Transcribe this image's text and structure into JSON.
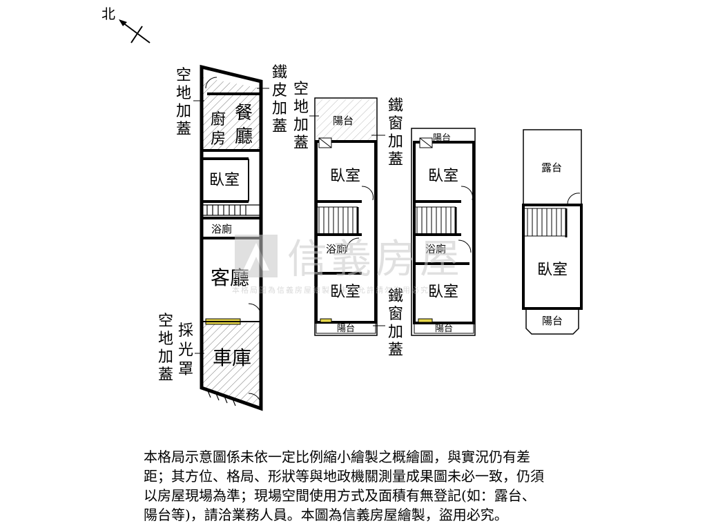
{
  "compass": {
    "north_label": "北"
  },
  "floor1": {
    "left_annot_top": [
      "空",
      "地",
      "加",
      "蓋"
    ],
    "right_annot_top": [
      "鐵",
      "皮",
      "加",
      "蓋"
    ],
    "kitchen": [
      "廚",
      "房"
    ],
    "dining": [
      "餐",
      "廳"
    ],
    "bedroom": "臥室",
    "bathroom": "浴廁",
    "living": "客廳",
    "garage": "車庫",
    "skylight": [
      "採",
      "光",
      "罩"
    ],
    "left_annot_bottom": [
      "空",
      "地",
      "加",
      "蓋"
    ]
  },
  "floor2": {
    "annot_left": [
      "空",
      "地",
      "加",
      "蓋"
    ],
    "annot_right_top": [
      "鐵",
      "窗",
      "加",
      "蓋"
    ],
    "annot_right_bottom": [
      "鐵",
      "窗",
      "加",
      "蓋"
    ],
    "balcony_top": "陽台",
    "bedroom_top": "臥室",
    "bathroom": "浴廁",
    "bedroom_bottom": "臥室",
    "balcony_bottom": "陽台"
  },
  "floor3": {
    "balcony_top": "陽台",
    "bedroom_top": "臥室",
    "bathroom": "浴廁",
    "bedroom_bottom": "臥室",
    "balcony_bottom": "陽台"
  },
  "floor4": {
    "terrace": "露台",
    "bedroom": "臥室",
    "balcony": "陽台"
  },
  "watermark": {
    "brand": "信義房屋",
    "small": "本格局圖為信義房屋繪製，未經允許請勿盜用必究"
  },
  "disclaimer": [
    "本格局示意圖係未依一定比例縮小繪製之概繪圖，與實況仍有差",
    "距；其方位、格局、形狀等與地政機關測量成果圖未必一致，仍須",
    "以房屋現場為準；現場空間使用方式及面積有無登記(如：露台、",
    "陽台等)，請洽業務人員。本圖為信義房屋繪製，盜用必究。"
  ],
  "colors": {
    "ink": "#000000",
    "hatch": "#777777",
    "watermark": "#c8c8c8",
    "skylight": "#e8d84a"
  }
}
